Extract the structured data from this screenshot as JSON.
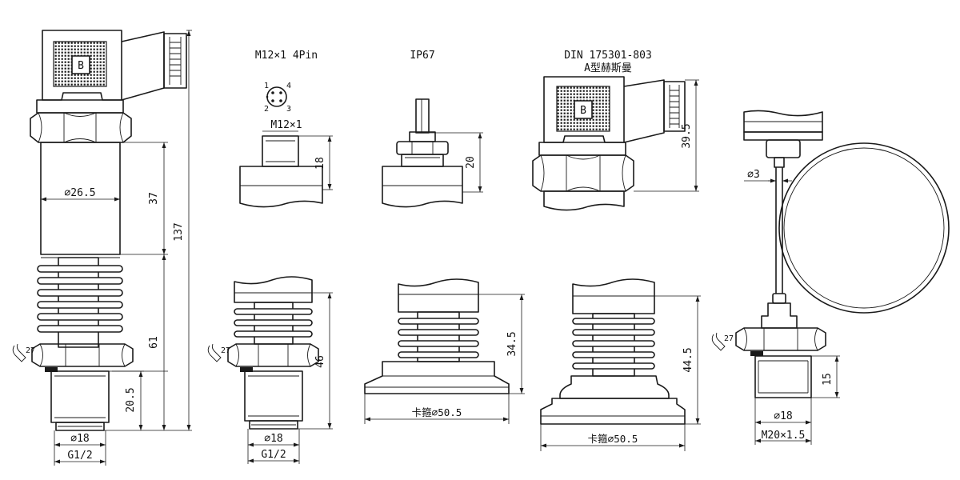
{
  "labels": {
    "m12_title": "M12×1 4Pin",
    "ip67_title": "IP67",
    "din_title_1": "DIN 175301-803",
    "din_title_2": "A型赫斯曼",
    "pin_1": "1",
    "pin_2": "2",
    "pin_3": "3",
    "pin_4": "4",
    "m12_thread": "M12×1",
    "dim_18": "18",
    "dim_20": "20",
    "dim_39_5": "39.5",
    "dim_dia_26_5": "⌀26.5",
    "dim_37": "37",
    "dim_137": "137",
    "dim_61": "61",
    "dim_20_5": "20.5",
    "dim_dia_18_a": "⌀18",
    "thread_g12_a": "G1/2",
    "wrench_27_a": "27",
    "dim_46": "46",
    "dim_dia_18_b": "⌀18",
    "thread_g12_b": "G1/2",
    "wrench_27_b": "27",
    "dim_34_5": "34.5",
    "clamp_50_5_a": "卡箍⌀50.5",
    "dim_44_5": "44.5",
    "clamp_50_5_b": "卡箍⌀50.5",
    "dim_dia_3": "⌀3",
    "wrench_27_c": "27",
    "dim_15": "15",
    "dim_dia_18_c": "⌀18",
    "thread_m20": "M20×1.5",
    "badge_b_1": "B",
    "badge_b_2": "B"
  }
}
